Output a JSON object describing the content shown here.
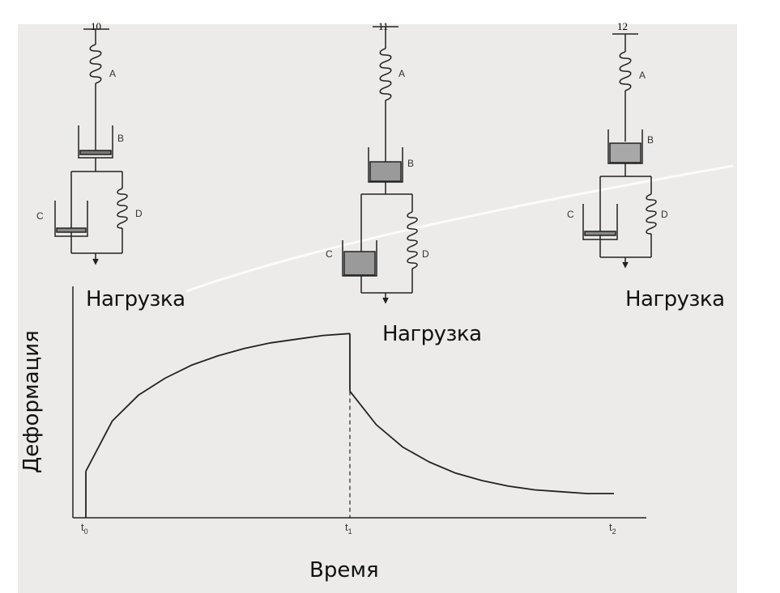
{
  "figure_numbers": [
    "10",
    "11",
    "12"
  ],
  "models": [
    {
      "spring_a": "A",
      "dashpot_b": "B",
      "dashpot_c": "C",
      "spring_d": "D",
      "label": "Нагрузка"
    },
    {
      "spring_a": "A",
      "dashpot_b": "B",
      "dashpot_c": "C",
      "spring_d": "D",
      "label": "Нагрузка"
    },
    {
      "spring_a": "A",
      "dashpot_b": "B",
      "dashpot_c": "C",
      "spring_d": "D",
      "label": "Нагрузка"
    }
  ],
  "chart_data": {
    "type": "line",
    "ylabel": "Деформация",
    "xlabel": "Время",
    "x_ticks": [
      "t0",
      "t1",
      "t2"
    ],
    "x_ticks_display": [
      {
        "base": "t",
        "sub": "0"
      },
      {
        "base": "t",
        "sub": "1"
      },
      {
        "base": "t",
        "sub": "2"
      }
    ],
    "series": [
      {
        "segments": [
          {
            "description": "instant elastic strain at t0",
            "x": [
              0,
              0
            ],
            "y": [
              0,
              0.25
            ]
          },
          {
            "description": "creep under load",
            "x": [
              0,
              0.1,
              0.2,
              0.3,
              0.4,
              0.5,
              0.6,
              0.7,
              0.8,
              0.9,
              1.0
            ],
            "y": [
              0.25,
              0.52,
              0.66,
              0.75,
              0.82,
              0.87,
              0.91,
              0.94,
              0.96,
              0.98,
              0.99
            ]
          },
          {
            "description": "instant elastic recovery at t1",
            "x": [
              1.0,
              1.0
            ],
            "y": [
              0.99,
              0.68
            ]
          },
          {
            "description": "delayed recovery",
            "x": [
              1.0,
              1.1,
              1.2,
              1.3,
              1.4,
              1.5,
              1.6,
              1.7,
              1.8,
              1.9,
              2.0
            ],
            "y": [
              0.68,
              0.5,
              0.38,
              0.3,
              0.24,
              0.2,
              0.17,
              0.15,
              0.14,
              0.13,
              0.13
            ]
          }
        ]
      }
    ],
    "xlim": [
      0,
      2
    ],
    "ylim": [
      0,
      1
    ],
    "dashed_marker_at": "t1"
  }
}
